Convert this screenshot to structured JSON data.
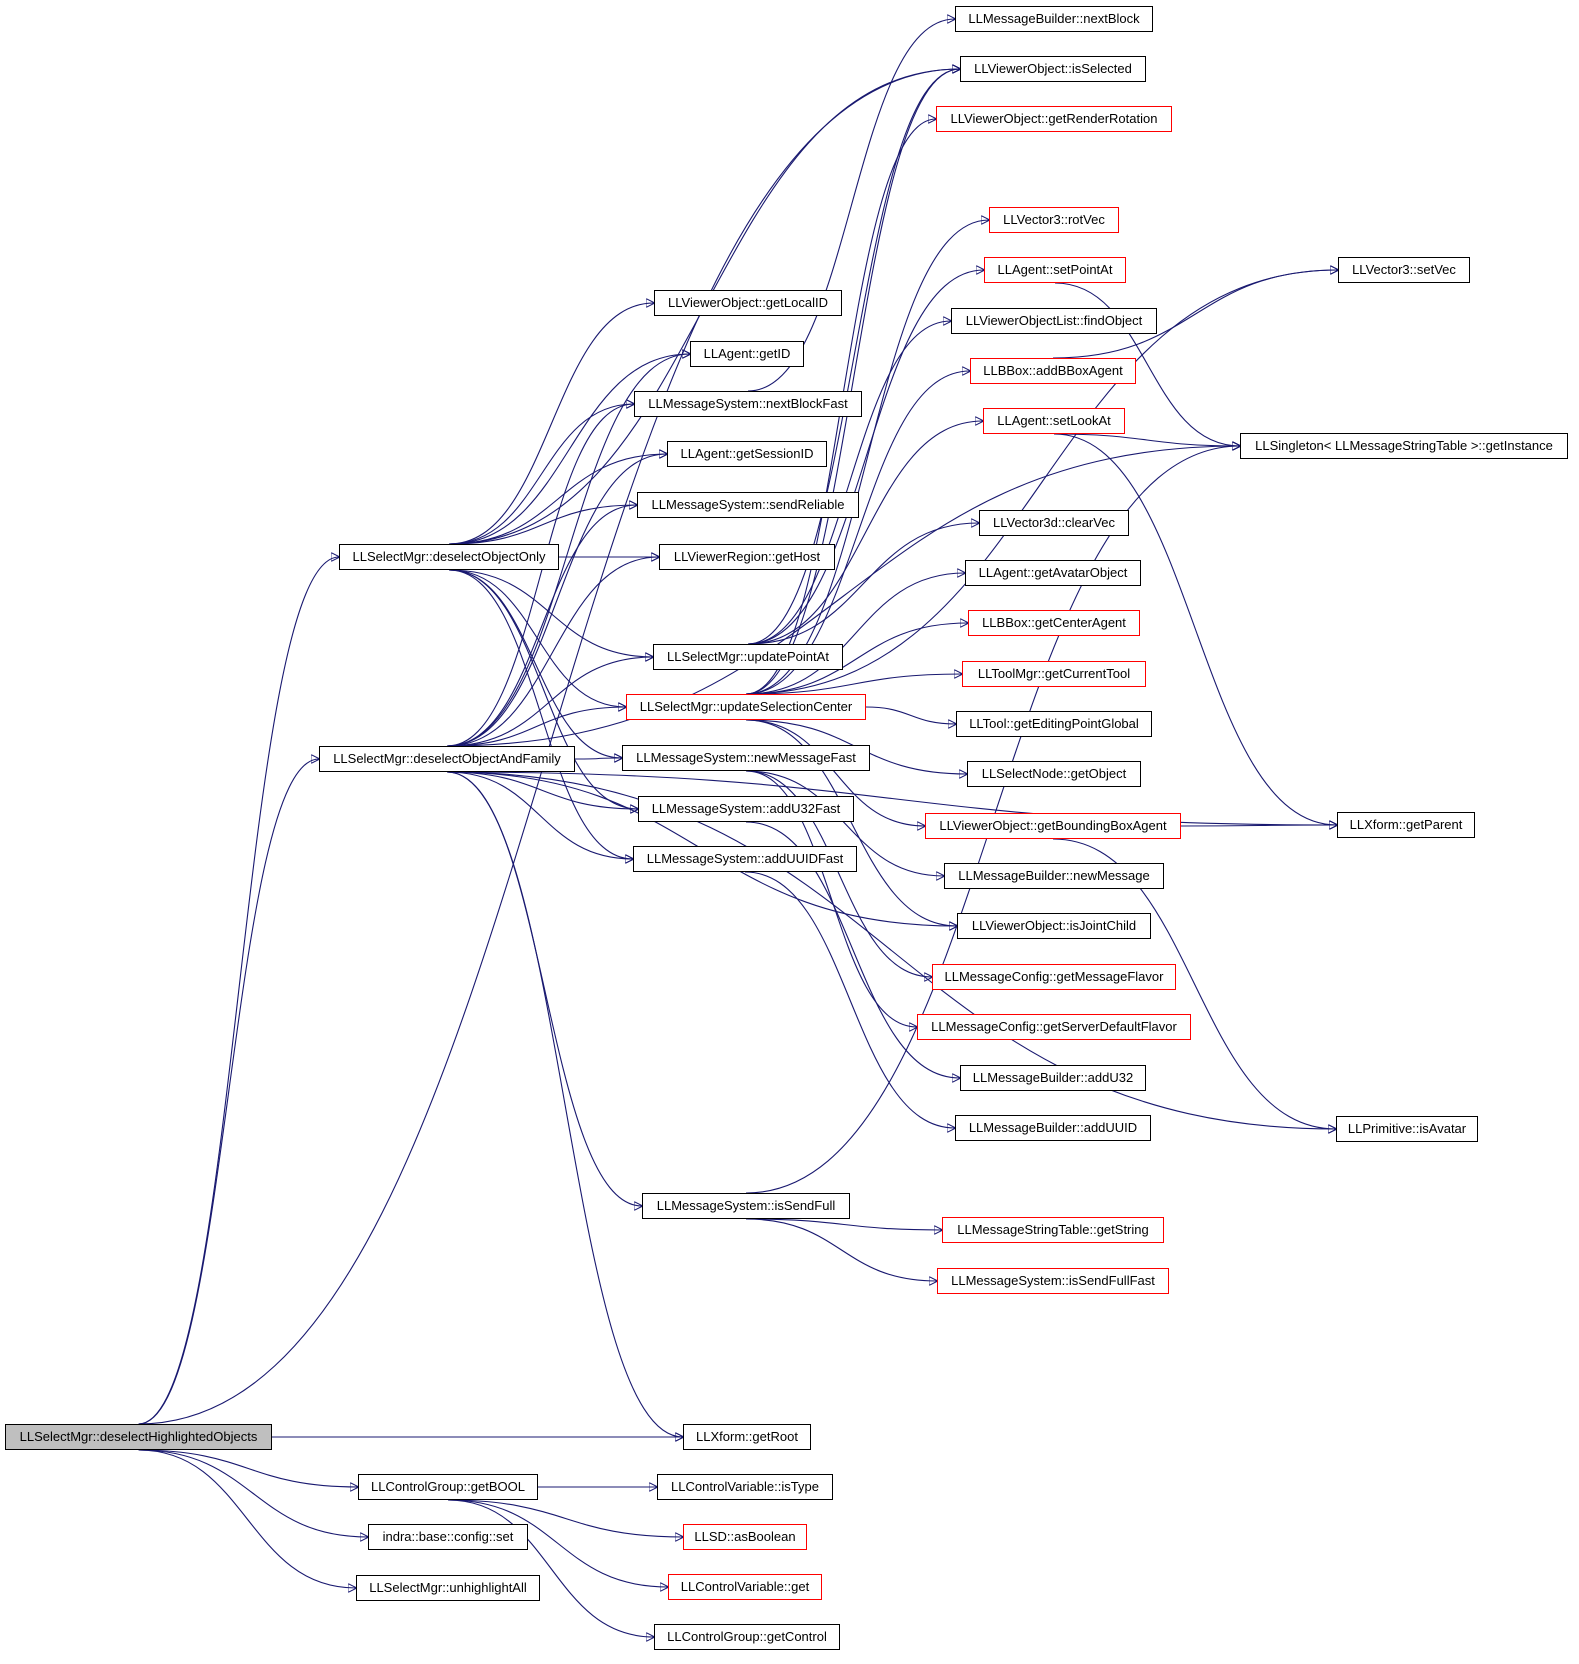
{
  "nodes": {
    "root": {
      "label": "LLSelectMgr::deselectHighlightedObjects",
      "style": "root"
    },
    "deselectOnly": {
      "label": "LLSelectMgr::deselectObjectOnly",
      "style": "black"
    },
    "deselectFamily": {
      "label": "LLSelectMgr::deselectObjectAndFamily",
      "style": "black"
    },
    "getLocalID": {
      "label": "LLViewerObject::getLocalID",
      "style": "black"
    },
    "getID": {
      "label": "LLAgent::getID",
      "style": "black"
    },
    "nextBlockFast": {
      "label": "LLMessageSystem::nextBlockFast",
      "style": "black"
    },
    "getSessionID": {
      "label": "LLAgent::getSessionID",
      "style": "black"
    },
    "sendReliable": {
      "label": "LLMessageSystem::sendReliable",
      "style": "black"
    },
    "getHost": {
      "label": "LLViewerRegion::getHost",
      "style": "black"
    },
    "updatePointAt": {
      "label": "LLSelectMgr::updatePointAt",
      "style": "black"
    },
    "updateSelectionCenter": {
      "label": "LLSelectMgr::updateSelectionCenter",
      "style": "red"
    },
    "newMessageFast": {
      "label": "LLMessageSystem::newMessageFast",
      "style": "black"
    },
    "addU32Fast": {
      "label": "LLMessageSystem::addU32Fast",
      "style": "black"
    },
    "addUUIDFast": {
      "label": "LLMessageSystem::addUUIDFast",
      "style": "black"
    },
    "isSendFull": {
      "label": "LLMessageSystem::isSendFull",
      "style": "black"
    },
    "getRoot": {
      "label": "LLXform::getRoot",
      "style": "black"
    },
    "getBOOL": {
      "label": "LLControlGroup::getBOOL",
      "style": "black"
    },
    "configSet": {
      "label": "indra::base::config::set",
      "style": "black"
    },
    "unhighlightAll": {
      "label": "LLSelectMgr::unhighlightAll",
      "style": "black"
    },
    "nextBlock": {
      "label": "LLMessageBuilder::nextBlock",
      "style": "black"
    },
    "isSelected": {
      "label": "LLViewerObject::isSelected",
      "style": "black"
    },
    "getRenderRotation": {
      "label": "LLViewerObject::getRenderRotation",
      "style": "red"
    },
    "rotVec": {
      "label": "LLVector3::rotVec",
      "style": "red"
    },
    "setPointAt": {
      "label": "LLAgent::setPointAt",
      "style": "red"
    },
    "findObject": {
      "label": "LLViewerObjectList::findObject",
      "style": "black"
    },
    "addBBoxAgent": {
      "label": "LLBBox::addBBoxAgent",
      "style": "red"
    },
    "setLookAt": {
      "label": "LLAgent::setLookAt",
      "style": "red"
    },
    "clearVec": {
      "label": "LLVector3d::clearVec",
      "style": "black"
    },
    "getAvatarObject": {
      "label": "LLAgent::getAvatarObject",
      "style": "black"
    },
    "getCenterAgent": {
      "label": "LLBBox::getCenterAgent",
      "style": "red"
    },
    "getCurrentTool": {
      "label": "LLToolMgr::getCurrentTool",
      "style": "red"
    },
    "getEditingPointGlobal": {
      "label": "LLTool::getEditingPointGlobal",
      "style": "black"
    },
    "getObject": {
      "label": "LLSelectNode::getObject",
      "style": "black"
    },
    "getBoundingBoxAgent": {
      "label": "LLViewerObject::getBoundingBoxAgent",
      "style": "red"
    },
    "newMessage": {
      "label": "LLMessageBuilder::newMessage",
      "style": "black"
    },
    "isJointChild": {
      "label": "LLViewerObject::isJointChild",
      "style": "black"
    },
    "getMessageFlavor": {
      "label": "LLMessageConfig::getMessageFlavor",
      "style": "red"
    },
    "getServerDefaultFlavor": {
      "label": "LLMessageConfig::getServerDefaultFlavor",
      "style": "red"
    },
    "addU32": {
      "label": "LLMessageBuilder::addU32",
      "style": "black"
    },
    "addUUID": {
      "label": "LLMessageBuilder::addUUID",
      "style": "black"
    },
    "getString": {
      "label": "LLMessageStringTable::getString",
      "style": "red"
    },
    "isSendFullFast": {
      "label": "LLMessageSystem::isSendFullFast",
      "style": "red"
    },
    "isType": {
      "label": "LLControlVariable::isType",
      "style": "black"
    },
    "asBoolean": {
      "label": "LLSD::asBoolean",
      "style": "red"
    },
    "controlGet": {
      "label": "LLControlVariable::get",
      "style": "red"
    },
    "getControl": {
      "label": "LLControlGroup::getControl",
      "style": "black"
    },
    "setVec": {
      "label": "LLVector3::setVec",
      "style": "black"
    },
    "getInstance": {
      "label": "LLSingleton< LLMessageStringTable >::getInstance",
      "style": "black"
    },
    "getParent": {
      "label": "LLXform::getParent",
      "style": "black"
    },
    "isAvatar": {
      "label": "LLPrimitive::isAvatar",
      "style": "black"
    }
  },
  "edges": [
    [
      "root",
      "deselectOnly"
    ],
    [
      "root",
      "deselectFamily"
    ],
    [
      "root",
      "isSelected"
    ],
    [
      "root",
      "getRoot"
    ],
    [
      "root",
      "getBOOL"
    ],
    [
      "root",
      "configSet"
    ],
    [
      "root",
      "unhighlightAll"
    ],
    [
      "deselectOnly",
      "isSelected"
    ],
    [
      "deselectOnly",
      "getLocalID"
    ],
    [
      "deselectOnly",
      "getID"
    ],
    [
      "deselectOnly",
      "nextBlockFast"
    ],
    [
      "deselectOnly",
      "getSessionID"
    ],
    [
      "deselectOnly",
      "sendReliable"
    ],
    [
      "deselectOnly",
      "getHost"
    ],
    [
      "deselectOnly",
      "updatePointAt"
    ],
    [
      "deselectOnly",
      "updateSelectionCenter"
    ],
    [
      "deselectOnly",
      "newMessageFast"
    ],
    [
      "deselectOnly",
      "addU32Fast"
    ],
    [
      "deselectOnly",
      "addUUIDFast"
    ],
    [
      "deselectFamily",
      "getID"
    ],
    [
      "deselectFamily",
      "nextBlockFast"
    ],
    [
      "deselectFamily",
      "getSessionID"
    ],
    [
      "deselectFamily",
      "sendReliable"
    ],
    [
      "deselectFamily",
      "getHost"
    ],
    [
      "deselectFamily",
      "updatePointAt"
    ],
    [
      "deselectFamily",
      "updateSelectionCenter"
    ],
    [
      "deselectFamily",
      "newMessageFast"
    ],
    [
      "deselectFamily",
      "addU32Fast"
    ],
    [
      "deselectFamily",
      "addUUIDFast"
    ],
    [
      "deselectFamily",
      "isSendFull"
    ],
    [
      "deselectFamily",
      "getRoot"
    ],
    [
      "deselectFamily",
      "isJointChild"
    ],
    [
      "deselectFamily",
      "getParent"
    ],
    [
      "deselectFamily",
      "isAvatar"
    ],
    [
      "deselectFamily",
      "getInstance"
    ],
    [
      "nextBlockFast",
      "nextBlock"
    ],
    [
      "updatePointAt",
      "isSelected"
    ],
    [
      "updatePointAt",
      "setPointAt"
    ],
    [
      "updatePointAt",
      "findObject"
    ],
    [
      "updatePointAt",
      "setLookAt"
    ],
    [
      "updatePointAt",
      "clearVec"
    ],
    [
      "updateSelectionCenter",
      "getRenderRotation"
    ],
    [
      "updateSelectionCenter",
      "rotVec"
    ],
    [
      "updateSelectionCenter",
      "addBBoxAgent"
    ],
    [
      "updateSelectionCenter",
      "getAvatarObject"
    ],
    [
      "updateSelectionCenter",
      "getCenterAgent"
    ],
    [
      "updateSelectionCenter",
      "getCurrentTool"
    ],
    [
      "updateSelectionCenter",
      "getEditingPointGlobal"
    ],
    [
      "updateSelectionCenter",
      "getObject"
    ],
    [
      "updateSelectionCenter",
      "getBoundingBoxAgent"
    ],
    [
      "updateSelectionCenter",
      "isJointChild"
    ],
    [
      "updateSelectionCenter",
      "setVec"
    ],
    [
      "updateSelectionCenter",
      "isSelected"
    ],
    [
      "newMessageFast",
      "newMessage"
    ],
    [
      "newMessageFast",
      "getMessageFlavor"
    ],
    [
      "newMessageFast",
      "getServerDefaultFlavor"
    ],
    [
      "addU32Fast",
      "addU32"
    ],
    [
      "addUUIDFast",
      "addUUID"
    ],
    [
      "isSendFull",
      "getInstance"
    ],
    [
      "isSendFull",
      "getString"
    ],
    [
      "isSendFull",
      "isSendFullFast"
    ],
    [
      "setPointAt",
      "getInstance"
    ],
    [
      "setLookAt",
      "getInstance"
    ],
    [
      "setLookAt",
      "getParent"
    ],
    [
      "addBBoxAgent",
      "setVec"
    ],
    [
      "getBoundingBoxAgent",
      "getParent"
    ],
    [
      "getBoundingBoxAgent",
      "isAvatar"
    ],
    [
      "getBOOL",
      "isType"
    ],
    [
      "getBOOL",
      "asBoolean"
    ],
    [
      "getBOOL",
      "controlGet"
    ],
    [
      "getBOOL",
      "getControl"
    ]
  ]
}
